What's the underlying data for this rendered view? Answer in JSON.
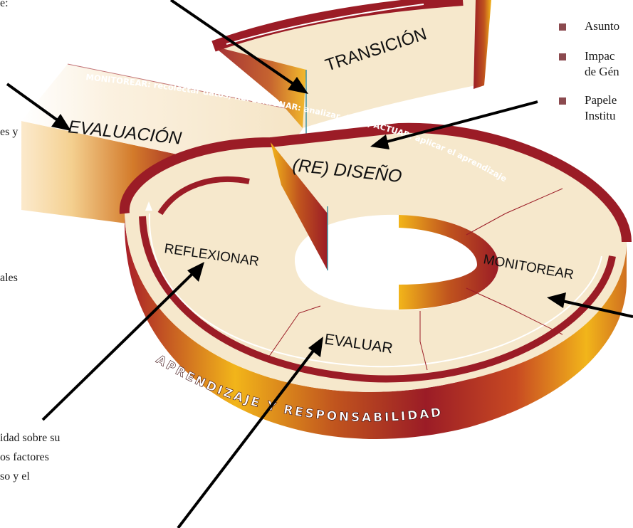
{
  "left_text": {
    "line1": "e:",
    "line2": "es y",
    "line3": "ales",
    "line4": "idad sobre su",
    "line5": "os factores",
    "line6": "so y el"
  },
  "right_list": [
    "Asunto",
    "Impac\nde Gén",
    "Papele\nInstitu"
  ],
  "diagram": {
    "transicion": "TRANSICIÓN",
    "evaluacion": "EVALUACIÓN",
    "rediseno": "(RE) DISEÑO",
    "reflexionar": "REFLEXIONAR",
    "monitorear": "MONITOREAR",
    "evaluar": "EVALUAR",
    "band_top": "MONITOREAR: recolectar datos; REFLEXIONAR: analizar datos; ACTUAR: aplicar el aprendizaje",
    "band_bottom": "APRENDIZAJE Y RESPONSABILIDAD"
  },
  "colors": {
    "dark_red": "#9b1c26",
    "gold": "#f2b51a",
    "cream": "#f6e8cc",
    "arrow": "#000000",
    "bullet": "#8b4a4f"
  }
}
